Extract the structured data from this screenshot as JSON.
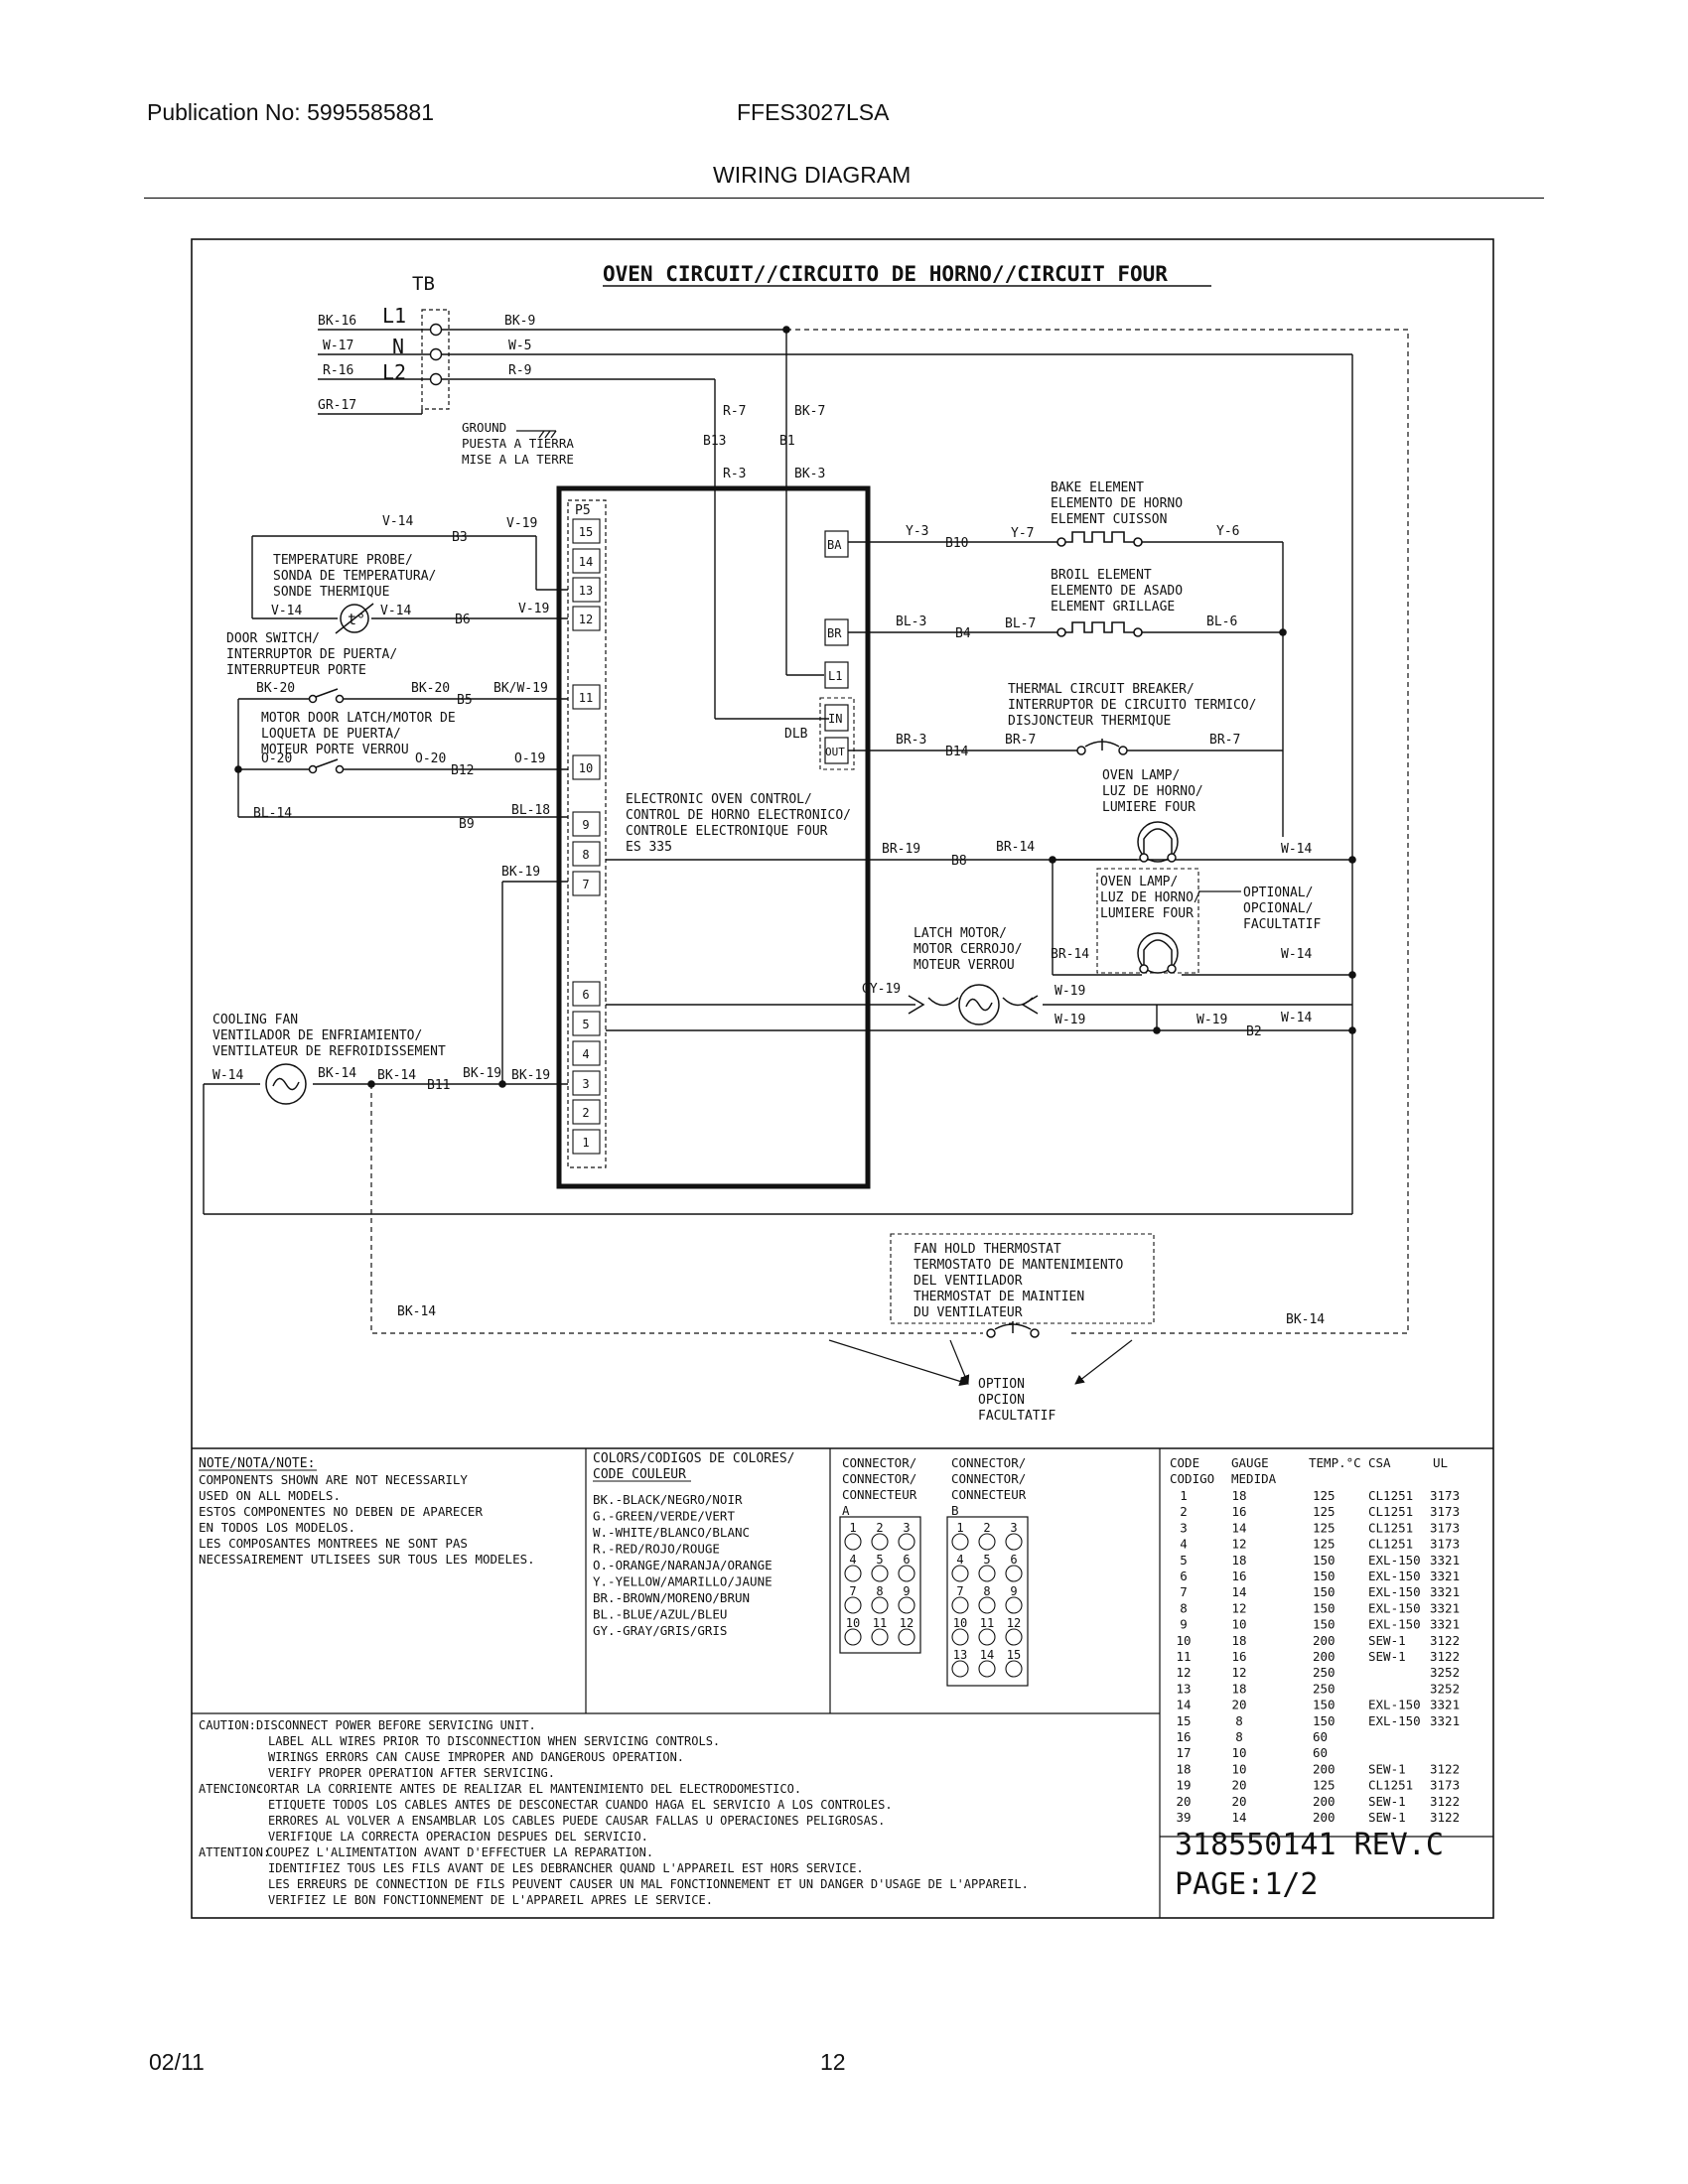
{
  "header": {
    "publication": "Publication No: 5995585881",
    "model": "FFES3027LSA",
    "section": "WIRING DIAGRAM"
  },
  "footer": {
    "date": "02/11",
    "page": "12"
  },
  "diagram": {
    "title": "OVEN CIRCUIT//CIRCUITO DE HORNO//CIRCUIT FOUR",
    "tb": {
      "label": "TB",
      "terminals": [
        "L1",
        "N",
        "L2"
      ],
      "wires_in": [
        "BK-16",
        "W-17",
        "R-16",
        "GR-17"
      ],
      "wires_out": [
        "BK-9",
        "W-5",
        "R-9"
      ]
    },
    "ground": [
      "GROUND",
      "PUESTA A TIERRA",
      "MISE A LA TERRE"
    ],
    "wire_labels": {
      "r7": "R-7",
      "bk7": "BK-7",
      "b13": "B13",
      "b1": "B1",
      "r3": "R-3",
      "bk3": "BK-3",
      "v14a": "V-14",
      "b3": "B3",
      "v19a": "V-19",
      "v14b": "V-14",
      "v14c": "V-14",
      "b6": "B6",
      "v19b": "V-19",
      "bk20a": "BK-20",
      "bk20b": "BK-20",
      "b5": "B5",
      "bkw19": "BK/W-19",
      "o20a": "O-20",
      "o20b": "O-20",
      "b12": "B12",
      "o19": "O-19",
      "bl14": "BL-14",
      "b9": "B9",
      "bl18": "BL-18",
      "bk19a": "BK-19",
      "y3": "Y-3",
      "b10": "B10",
      "y7": "Y-7",
      "y6": "Y-6",
      "bl3": "BL-3",
      "b4": "B4",
      "bl7": "BL-7",
      "bl6": "BL-6",
      "dlb": "DLB",
      "br3": "BR-3",
      "b14": "B14",
      "br7a": "BR-7",
      "br7b": "BR-7",
      "br19a": "BR-19",
      "b8": "B8",
      "br14a": "BR-14",
      "w14a": "W-14",
      "br14b": "BR-14",
      "w14b": "W-14",
      "gy19": "GY-19",
      "w19a": "W-19",
      "w19b": "W-19",
      "w19c": "W-19",
      "b2": "B2",
      "w14c": "W-14",
      "w14d": "W-14",
      "bk14a": "BK-14",
      "bk14b": "BK-14",
      "b11": "B11",
      "bk19b": "BK-19",
      "bk19c": "BK-19",
      "bk14c": "BK-14",
      "bk14d": "BK-14"
    },
    "components": {
      "probe": [
        "TEMPERATURE PROBE/",
        "SONDA DE TEMPERATURA/",
        "SONDE THERMIQUE"
      ],
      "door_switch": [
        "DOOR SWITCH/",
        "INTERRUPTOR DE PUERTA/",
        "INTERRUPTEUR PORTE"
      ],
      "door_latch": [
        "MOTOR DOOR LATCH/MOTOR DE",
        "LOQUETA DE PUERTA/",
        "MOTEUR PORTE VERROU"
      ],
      "bake": [
        "BAKE ELEMENT",
        "ELEMENTO DE HORNO",
        "ELEMENT CUISSON"
      ],
      "broil": [
        "BROIL ELEMENT",
        "ELEMENTO DE ASADO",
        "ELEMENT GRILLAGE"
      ],
      "breaker": [
        "THERMAL CIRCUIT BREAKER/",
        "INTERRUPTOR DE CIRCUITO TERMICO/",
        "DISJONCTEUR THERMIQUE"
      ],
      "oven_lamp": [
        "OVEN LAMP/",
        "LUZ DE HORNO/",
        "LUMIERE FOUR"
      ],
      "oven_lamp_opt": [
        "OVEN LAMP/",
        "LUZ DE HORNO/",
        "LUMIERE FOUR"
      ],
      "optional": [
        "OPTIONAL/",
        "OPCIONAL/",
        "FACULTATIF"
      ],
      "latch_motor": [
        "LATCH MOTOR/",
        "MOTOR CERROJO/",
        "MOTEUR VERROU"
      ],
      "cooling_fan": [
        "COOLING FAN",
        "VENTILADOR DE ENFRIAMIENTO/",
        "VENTILATEUR DE REFROIDISSEMENT"
      ],
      "control": [
        "ELECTRONIC OVEN CONTROL/",
        "CONTROL DE HORNO ELECTRONICO/",
        "CONTROLE ELECTRONIQUE FOUR",
        "ES 335"
      ],
      "fan_hold": [
        "FAN HOLD THERMOSTAT",
        "TERMOSTATO DE MANTENIMIENTO",
        "DEL VENTILADOR",
        "THERMOSTAT DE MAINTIEN",
        "DU VENTILATEUR"
      ],
      "option": [
        "OPTION",
        "OPCION",
        "FACULTATIF"
      ]
    },
    "p5": {
      "label": "P5",
      "pins": [
        "15",
        "14",
        "13",
        "12",
        "11",
        "10",
        "9",
        "8",
        "7",
        "6",
        "5",
        "4",
        "3",
        "2",
        "1"
      ]
    },
    "relay_pins": [
      "BA",
      "BR",
      "L1",
      "IN",
      "OUT"
    ],
    "notes": {
      "note_title": "NOTE/NOTA/NOTE:",
      "note_lines": [
        "COMPONENTS SHOWN ARE NOT NECESSARILY",
        "USED ON ALL MODELS.",
        "ESTOS COMPONENTES NO DEBEN DE APARECER",
        "EN TODOS LOS MODELOS.",
        "LES COMPOSANTES MONTREES NE SONT PAS",
        "NECESSAIREMENT UTLISEES SUR TOUS LES MODELES."
      ],
      "colors_title": [
        "COLORS/CODIGOS DE COLORES/",
        "CODE COULEUR"
      ],
      "colors": [
        "BK.-BLACK/NEGRO/NOIR",
        "G.-GREEN/VERDE/VERT",
        "W.-WHITE/BLANCO/BLANC",
        "R.-RED/ROJO/ROUGE",
        "O.-ORANGE/NARANJA/ORANGE",
        "Y.-YELLOW/AMARILLO/JAUNE",
        "BR.-BROWN/MORENO/BRUN",
        "BL.-BLUE/AZUL/BLEU",
        "GY.-GRAY/GRIS/GRIS"
      ],
      "connector_a": [
        "CONNECTOR/",
        "CONNECTOR/",
        "CONNECTEUR",
        "A"
      ],
      "connector_b": [
        "CONNECTOR/",
        "CONNECTOR/",
        "CONNECTEUR",
        "B"
      ],
      "connector_a_pins": [
        "1",
        "2",
        "3",
        "4",
        "5",
        "6",
        "7",
        "8",
        "9",
        "10",
        "11",
        "12"
      ],
      "connector_b_pins": [
        "1",
        "2",
        "3",
        "4",
        "5",
        "6",
        "7",
        "8",
        "9",
        "10",
        "11",
        "12",
        "13",
        "14",
        "15"
      ],
      "caution": [
        {
          "tag": "CAUTION:",
          "first": "DISCONNECT POWER BEFORE SERVICING UNIT.",
          "lines": [
            "LABEL ALL WIRES PRIOR TO DISCONNECTION WHEN SERVICING CONTROLS.",
            "WIRINGS ERRORS CAN CAUSE IMPROPER AND DANGEROUS OPERATION.",
            "VERIFY PROPER OPERATION AFTER SERVICING."
          ]
        },
        {
          "tag": "ATENCION:",
          "first": "CORTAR LA CORRIENTE ANTES DE REALIZAR EL MANTENIMIENTO DEL ELECTRODOMESTICO.",
          "lines": [
            "ETIQUETE TODOS LOS CABLES ANTES DE DESCONECTAR CUANDO HAGA EL SERVICIO A LOS CONTROLES.",
            "ERRORES AL VOLVER A ENSAMBLAR LOS CABLES PUEDE CAUSAR FALLAS U OPERACIONES PELIGROSAS.",
            "VERIFIQUE LA CORRECTA OPERACION DESPUES DEL SERVICIO."
          ]
        },
        {
          "tag": "ATTENTION:",
          "first": "COUPEZ L'ALIMENTATION AVANT D'EFFECTUER LA REPARATION.",
          "lines": [
            "IDENTIFIEZ TOUS LES FILS AVANT DE LES DEBRANCHER QUAND L'APPAREIL EST HORS SERVICE.",
            "LES ERREURS DE CONNECTION DE FILS PEUVENT CAUSER UN MAL FONCTIONNEMENT ET UN DANGER D'USAGE DE L'APPAREIL.",
            "VERIFIEZ LE BON FONCTIONNEMENT DE L'APPAREIL APRES LE SERVICE."
          ]
        }
      ],
      "gauge_headers": [
        "CODE",
        "GAUGE",
        "TEMP.°C",
        "CSA",
        "UL"
      ],
      "gauge_headers2": [
        "CODIGO",
        "MEDIDA"
      ],
      "gauge_rows": [
        [
          "1",
          "18",
          "125",
          "CL1251",
          "3173"
        ],
        [
          "2",
          "16",
          "125",
          "CL1251",
          "3173"
        ],
        [
          "3",
          "14",
          "125",
          "CL1251",
          "3173"
        ],
        [
          "4",
          "12",
          "125",
          "CL1251",
          "3173"
        ],
        [
          "5",
          "18",
          "150",
          "EXL-150",
          "3321"
        ],
        [
          "6",
          "16",
          "150",
          "EXL-150",
          "3321"
        ],
        [
          "7",
          "14",
          "150",
          "EXL-150",
          "3321"
        ],
        [
          "8",
          "12",
          "150",
          "EXL-150",
          "3321"
        ],
        [
          "9",
          "10",
          "150",
          "EXL-150",
          "3321"
        ],
        [
          "10",
          "18",
          "200",
          "SEW-1",
          "3122"
        ],
        [
          "11",
          "16",
          "200",
          "SEW-1",
          "3122"
        ],
        [
          "12",
          "12",
          "250",
          "",
          "3252"
        ],
        [
          "13",
          "18",
          "250",
          "",
          "3252"
        ],
        [
          "14",
          "20",
          "150",
          "EXL-150",
          "3321"
        ],
        [
          "15",
          "8",
          "150",
          "EXL-150",
          "3321"
        ],
        [
          "16",
          "8",
          "60",
          "",
          ""
        ],
        [
          "17",
          "10",
          "60",
          "",
          ""
        ],
        [
          "18",
          "10",
          "200",
          "SEW-1",
          "3122"
        ],
        [
          "19",
          "20",
          "125",
          "CL1251",
          "3173"
        ],
        [
          "20",
          "20",
          "200",
          "SEW-1",
          "3122"
        ],
        [
          "39",
          "14",
          "200",
          "SEW-1",
          "3122"
        ]
      ],
      "part_number": "318550141 REV.C",
      "page": "PAGE:1/2"
    }
  }
}
